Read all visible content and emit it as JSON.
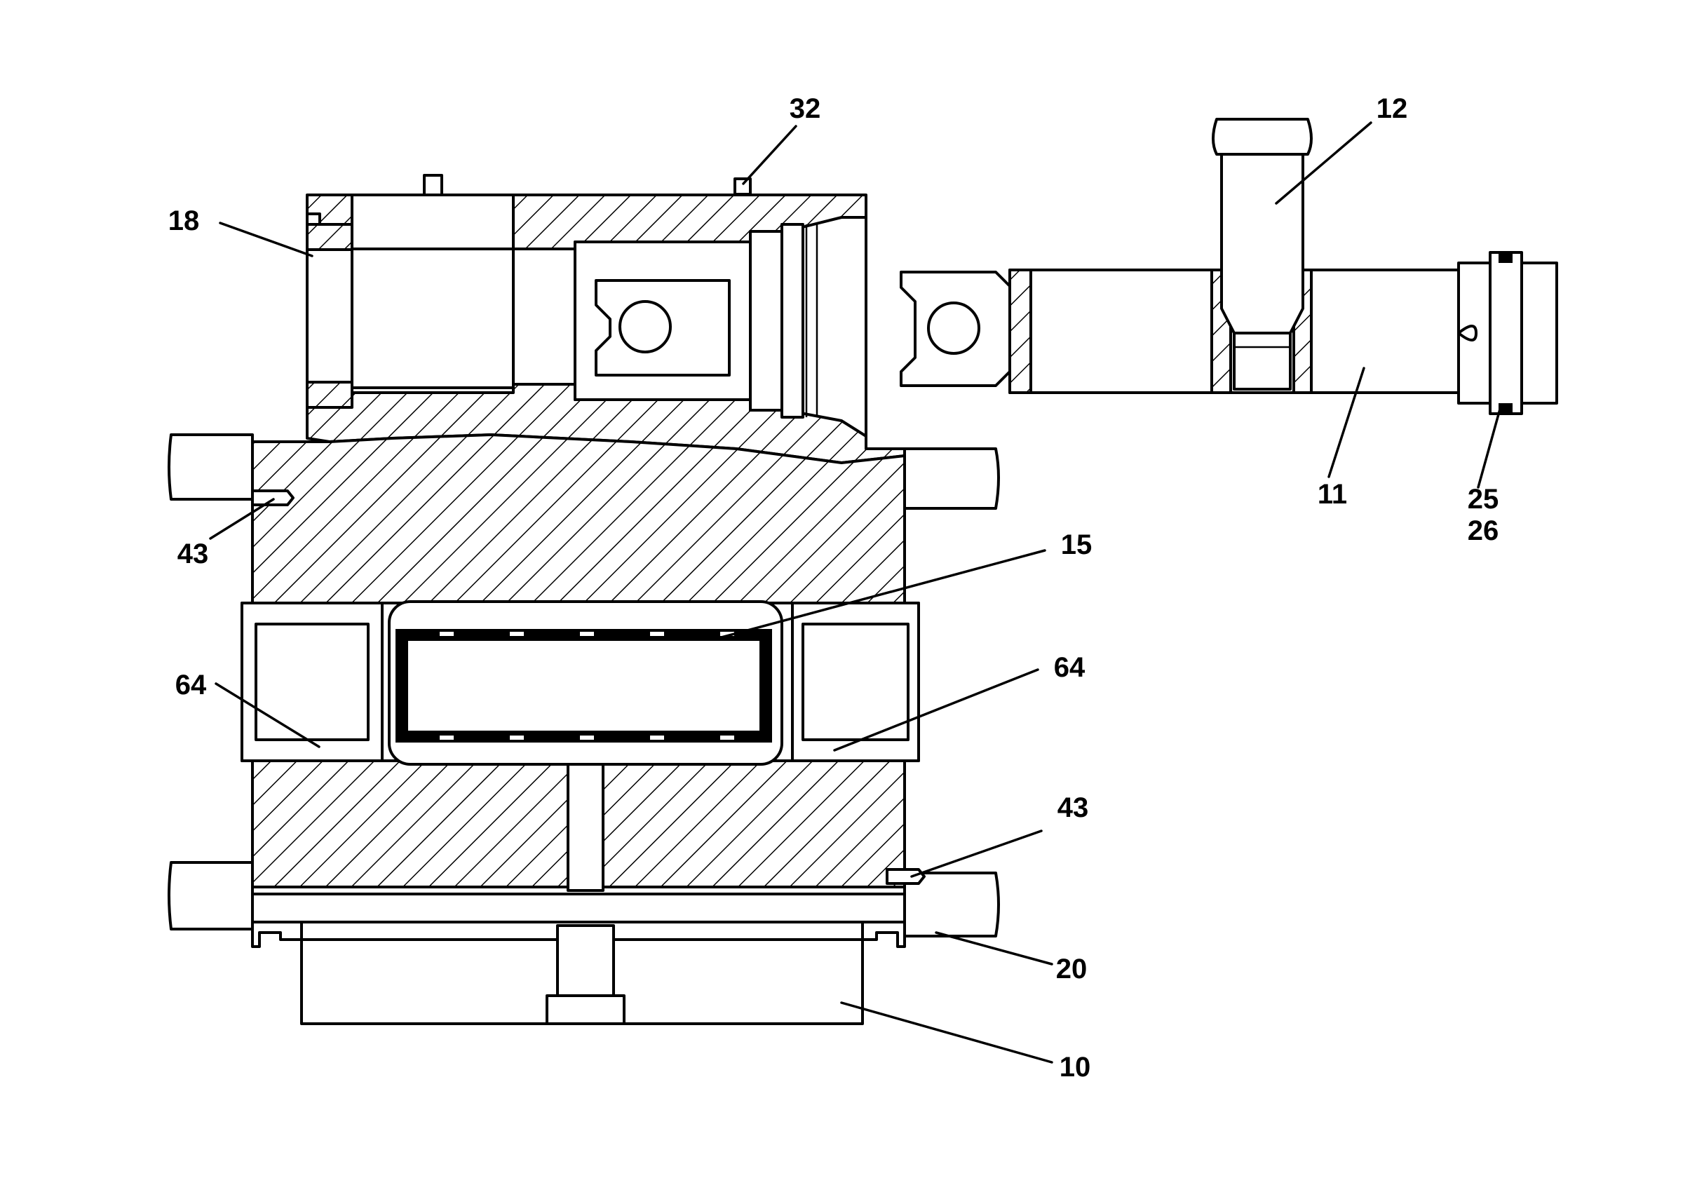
{
  "callouts": [
    {
      "id": "c18",
      "text": "18"
    },
    {
      "id": "c32",
      "text": "32"
    },
    {
      "id": "c12",
      "text": "12"
    },
    {
      "id": "c11",
      "text": "11"
    },
    {
      "id": "c25",
      "text": "25"
    },
    {
      "id": "c26",
      "text": "26"
    },
    {
      "id": "c43a",
      "text": "43"
    },
    {
      "id": "c15",
      "text": "15"
    },
    {
      "id": "c64a",
      "text": "64"
    },
    {
      "id": "c64b",
      "text": "64"
    },
    {
      "id": "c43b",
      "text": "43"
    },
    {
      "id": "c20",
      "text": "20"
    },
    {
      "id": "c10",
      "text": "10"
    }
  ]
}
